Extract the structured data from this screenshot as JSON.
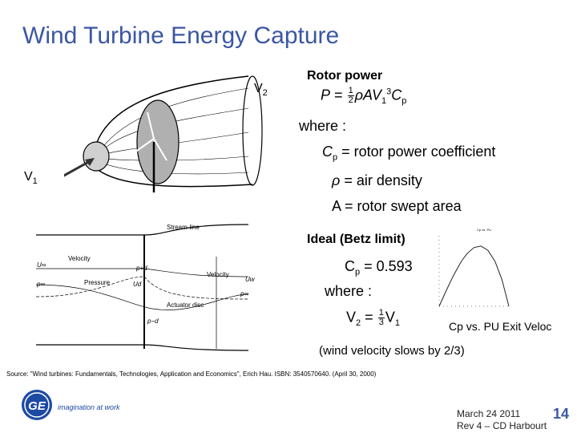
{
  "slide": {
    "title": "Wind Turbine Energy Capture",
    "labels": {
      "v2": "V",
      "v2_sub": "2",
      "v1": "V",
      "v1_sub": "1"
    },
    "rotor_power": {
      "heading": "Rotor power",
      "formula_lhs": "P",
      "formula_eq": "=",
      "formula_num": "1",
      "formula_den": "2",
      "formula_rho": "ρ",
      "formula_A": "A",
      "formula_V": "V",
      "formula_V_sub": "1",
      "formula_V_sup": "3",
      "formula_C": "C",
      "formula_C_sub": "p",
      "where": "where :",
      "cp_symbol": "C",
      "cp_sub": "p",
      "cp_desc": "=  rotor power coefficient",
      "rho_symbol": "ρ",
      "rho_desc": "= air density",
      "a_symbol": "A",
      "a_desc": "= rotor swept area"
    },
    "betz": {
      "heading": "Ideal (Betz limit)",
      "cp_symbol": "C",
      "cp_sub": "p",
      "cp_value": "= 0.593",
      "where": "where :",
      "v2": "V",
      "v2_sub": "2",
      "eq": "=",
      "num": "1",
      "den": "3",
      "v1": "V",
      "v1_sub": "1"
    },
    "diagram_labels": {
      "streamline": "Stream-line",
      "velocity_left": "Velocity",
      "pressure": "Pressure",
      "velocity_right": "Velocity",
      "actuator": "Actuator disc",
      "u_inf": "U∞",
      "p_inf": "p∞",
      "u_d": "Ud",
      "p_d_plus": "p+d",
      "p_d_minus": "p−d",
      "u_w": "Uw",
      "p_inf_right": "p∞"
    },
    "chart_small_title": "Cp vs. PU",
    "chart_caption": "Cp vs. PU Exit Veloc",
    "wind_note": "(wind velocity slows by 2/3)",
    "source": "Source:  \"Wind turbines: Fundamentals, Technologies, Application and Economics\",  Erich Hau. ISBN: 3540570640. (April 30, 2000)",
    "logo_text": "imagination at work",
    "footer_date": "March 24 2011",
    "footer_rev": "Rev 4 – CD Harbourt",
    "page_number": "14",
    "colors": {
      "title": "#3b57a3",
      "logo": "#1d4aa3",
      "disc": "#b0b0b0"
    }
  },
  "chart_data": {
    "type": "line",
    "title": "Cp vs. PU",
    "xlabel": "",
    "ylabel": "",
    "x": [
      0.0,
      0.1,
      0.2,
      0.3,
      0.333,
      0.4,
      0.5,
      0.6,
      0.7,
      0.8,
      0.9,
      1.0
    ],
    "series": [
      {
        "values": [
          0.0,
          0.099,
          0.192,
          0.273,
          0.296,
          0.336,
          0.375,
          0.384,
          0.357,
          0.288,
          0.171,
          0.0
        ]
      }
    ]
  }
}
